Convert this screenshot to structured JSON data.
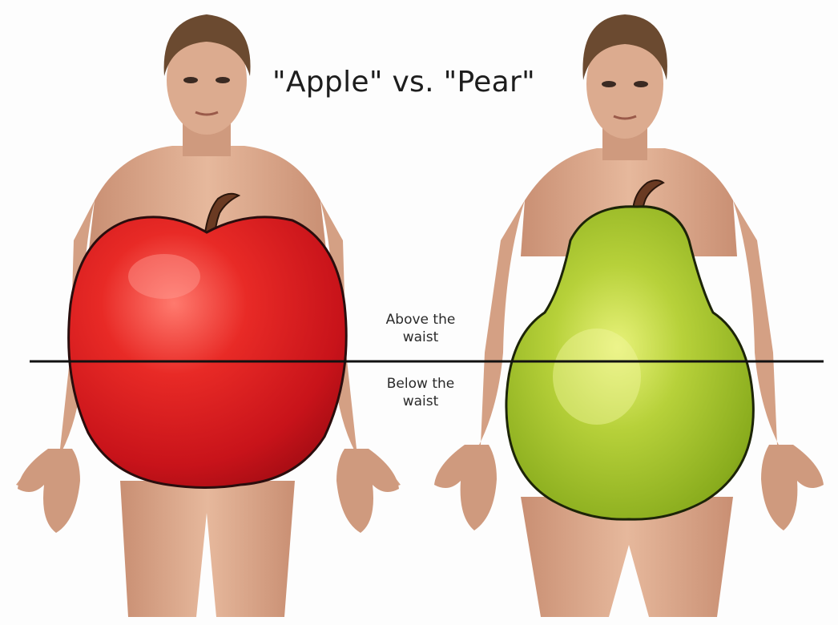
{
  "title": "\"Apple\" vs. \"Pear\"",
  "labels": {
    "above_line1": "Above the",
    "above_line2": "waist",
    "below_line1": "Below the",
    "below_line2": "waist"
  },
  "colors": {
    "apple": "#d3171b",
    "pear": "#8fb51d",
    "skin": "#d9a98c",
    "hair": "#6b4a30",
    "waist_line": "#111111"
  }
}
